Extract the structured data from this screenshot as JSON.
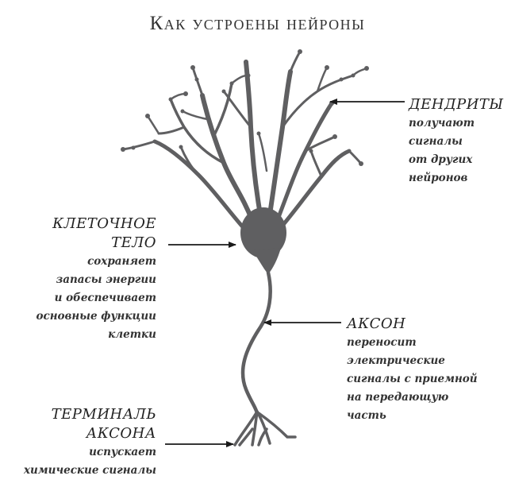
{
  "title": "Как устроены нейроны",
  "colors": {
    "neuron": "#5f5f61",
    "text": "#222222",
    "arrow": "#1a1a1a"
  },
  "labels": {
    "dendrites": {
      "term_lines": [
        "ДЕНДРИТЫ"
      ],
      "desc_lines": [
        "получают",
        "сигналы",
        "от других",
        "нейронов"
      ]
    },
    "cell_body": {
      "term_lines": [
        "КЛЕТОЧНОЕ",
        "ТЕЛО"
      ],
      "desc_lines": [
        "сохраняет",
        "запасы энергии",
        "и обеспечивает",
        "основные функции",
        "клетки"
      ]
    },
    "axon": {
      "term_lines": [
        "АКСОН"
      ],
      "desc_lines": [
        "переносит",
        "электрические",
        "сигналы с приемной",
        "на передающую",
        "часть"
      ]
    },
    "axon_terminal": {
      "term_lines": [
        "ТЕРМИНАЛЬ",
        "АКСОНА"
      ],
      "desc_lines": [
        "испускает",
        "химические сигналы"
      ]
    }
  }
}
